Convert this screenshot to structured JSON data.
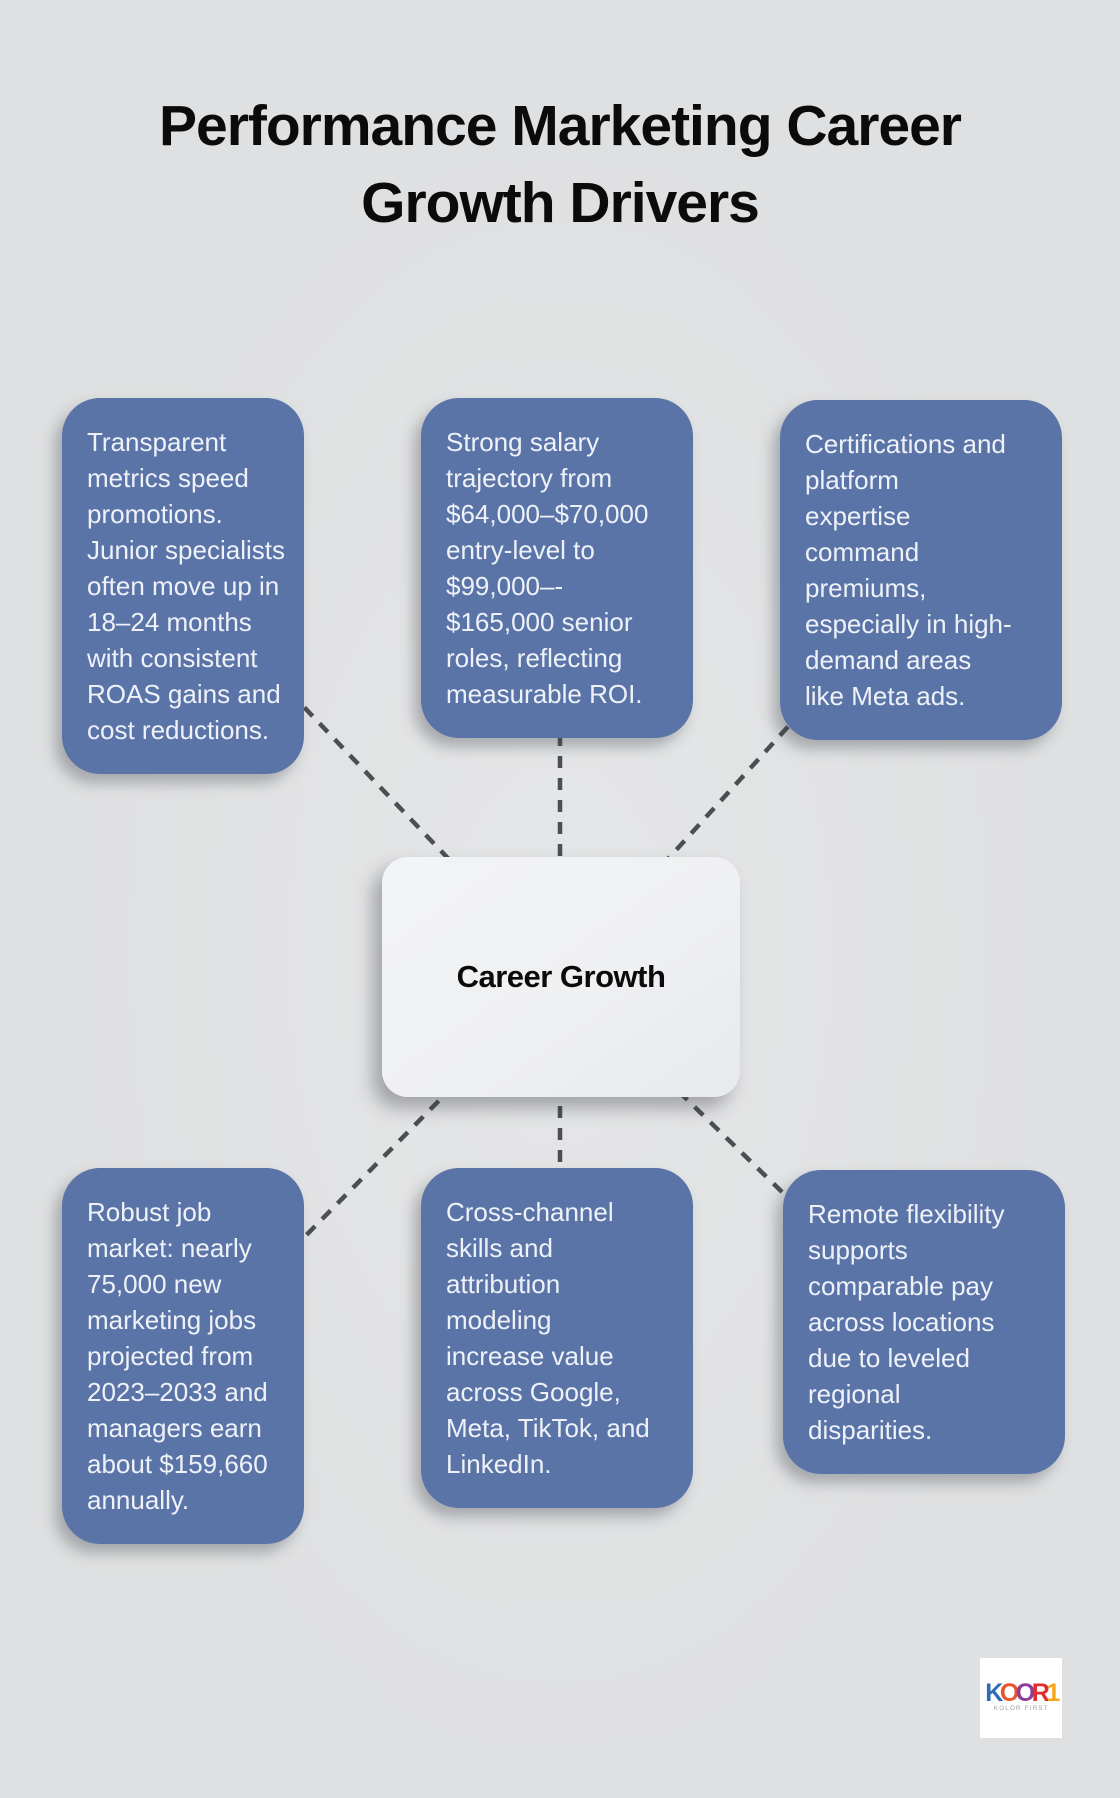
{
  "colors": {
    "background": "#dfe0e1",
    "node_fill": "#5b74a8",
    "node_text": "#eef2f8",
    "center_fill": "#eff0f2",
    "title_text": "#0b0b0b",
    "connector": "#4c4f52"
  },
  "title": "Performance Marketing Career\nGrowth Drivers",
  "center_node": {
    "label": "Career Growth"
  },
  "driver_nodes": [
    {
      "position": "top-left",
      "text": "Transparent\nmetrics speed\npromotions.\nJunior specialists\noften move up in\n18–24 months\nwith consistent\nROAS gains and\ncost reductions."
    },
    {
      "position": "top-center",
      "text": "Strong salary\ntrajectory from\n$64,000–$70,000\nentry-level to\n$99,000–-\n$165,000 senior\nroles, reflecting\nmeasurable ROI."
    },
    {
      "position": "top-right",
      "text": "Certifications and\nplatform\nexpertise\ncommand\npremiums,\nespecially in high-\ndemand areas\nlike Meta ads."
    },
    {
      "position": "bottom-left",
      "text": "Robust job\nmarket: nearly\n75,000 new\nmarketing jobs\nprojected from\n2023–2033 and\nmanagers earn\nabout $159,660\nannually."
    },
    {
      "position": "bottom-center",
      "text": "Cross-channel\nskills and\nattribution\nmodeling\nincrease value\nacross Google,\nMeta, TikTok, and\nLinkedIn."
    },
    {
      "position": "bottom-right",
      "text": "Remote flexibility\nsupports\ncomparable pay\nacross locations\ndue to leveled\nregional\ndisparities."
    }
  ],
  "logo": {
    "brand": "KOOR1",
    "tagline": "KOLOR FIRST",
    "letters": [
      {
        "char": "K",
        "color": "#2f6cb3"
      },
      {
        "char": "O",
        "color": "#e8572b"
      },
      {
        "char": "O",
        "color": "#8e3d98"
      },
      {
        "char": "R",
        "color": "#e02d2d"
      },
      {
        "char": "1",
        "color": "#f5a71c"
      }
    ]
  }
}
